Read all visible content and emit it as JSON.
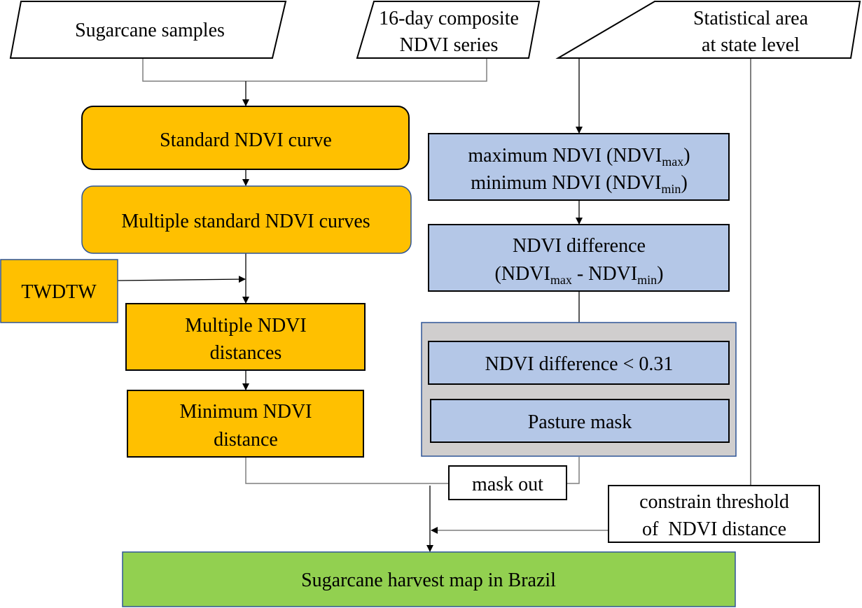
{
  "colors": {
    "orange": "#FFC000",
    "blue": "#B4C7E7",
    "gray": "#D0CECE",
    "green": "#92D050",
    "outline": "#000000",
    "blue_border": "#2F5597",
    "connector": "#7F7F7F"
  },
  "inputs": {
    "samples": "Sugarcane samples",
    "ndvi_series": [
      "16-day composite",
      "NDVI series"
    ],
    "stat_area": [
      "Statistical area",
      "at state level"
    ]
  },
  "left": {
    "standard_curve": "Standard NDVI curve",
    "multiple_curves": "Multiple standard NDVI curves",
    "twdtw": "TWDTW",
    "multiple_distances": [
      "Multiple NDVI",
      "distances"
    ],
    "minimum_distance": [
      "Minimum NDVI",
      "distance"
    ]
  },
  "right": {
    "maxmin": {
      "line1_prefix": "maximum NDVI (NDVI",
      "line1_sub": "max",
      "line1_suffix": ")",
      "line2_prefix": "minimum NDVI (NDVI",
      "line2_sub": "min",
      "line2_suffix": ")"
    },
    "difference": {
      "line1": "NDVI difference",
      "line2_a": "(NDVI",
      "line2_sub1": "max",
      "line2_b": " - NDVI",
      "line2_sub2": "min",
      "line2_c": ")"
    },
    "threshold": "NDVI difference < 0.31",
    "pasture": "Pasture mask"
  },
  "labels": {
    "mask_out": "mask out",
    "constrain": [
      "constrain threshold",
      "of  NDVI distance"
    ]
  },
  "output": "Sugarcane harvest map in Brazil"
}
